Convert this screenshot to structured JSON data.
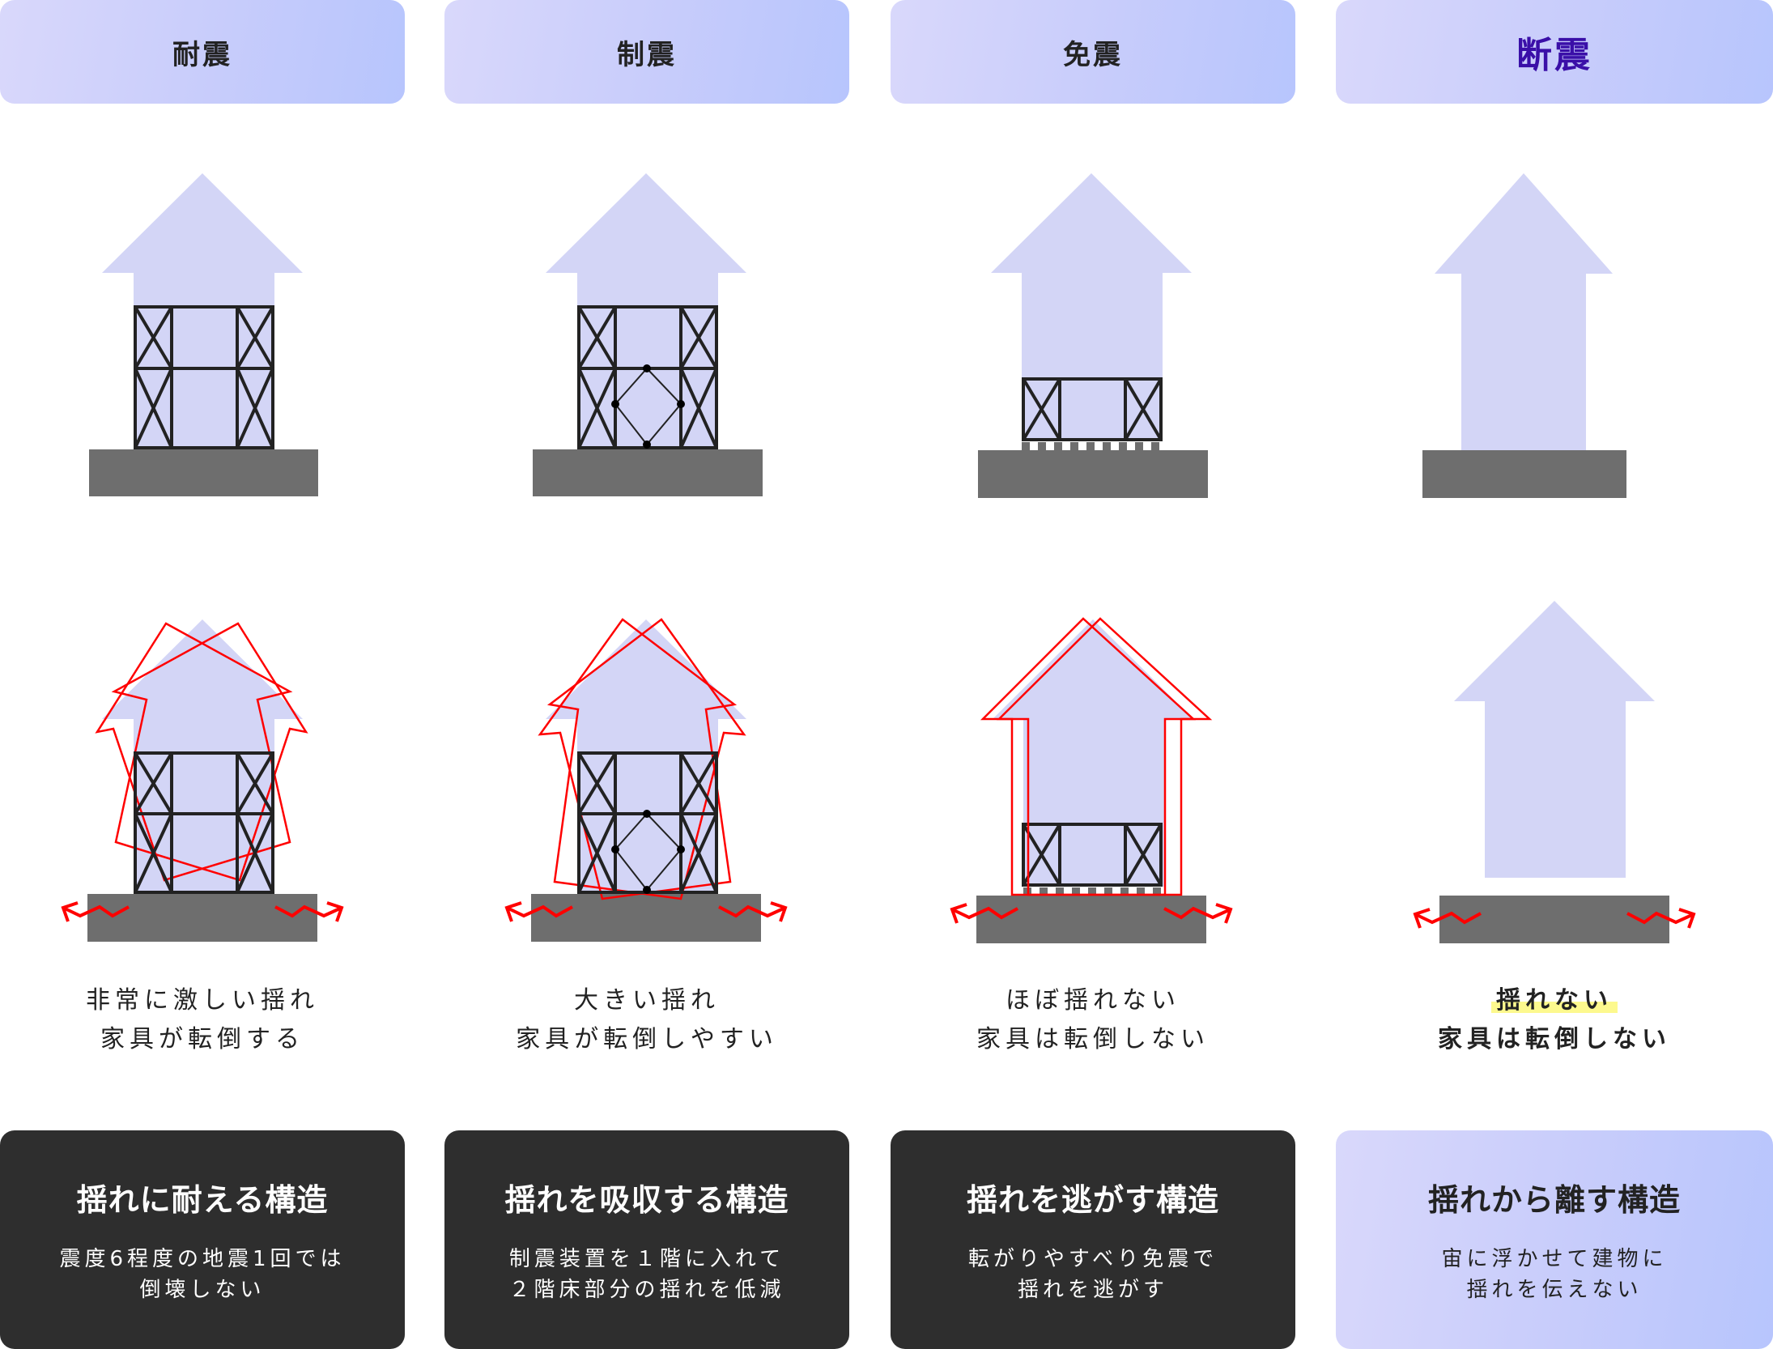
{
  "colors": {
    "header_gradient_start": "#d9d8fb",
    "header_gradient_end": "#b7c5fd",
    "house_fill": "#d3d5f6",
    "frame_stroke": "#222222",
    "ground": "#6e6e6e",
    "sway_outline": "#ff0000",
    "dark_card": "#2e2e2e",
    "accent_title": "#3a0fa8",
    "highlight": "#fdf98e"
  },
  "columns": [
    {
      "title": "耐震",
      "top_diagram": "building with braced 2-storey frame on ground",
      "bottom_diagram": "building swaying strongly, red outlines tilted, ground shaking arrows",
      "caption_lines": [
        "非常に激しい揺れ",
        "家具が転倒する"
      ],
      "card_title": "揺れに耐える構造",
      "card_desc_lines": [
        "震度6程度の地震1回では",
        "倒壊しない"
      ]
    },
    {
      "title": "制震",
      "top_diagram": "braced frame with damper device (diamond) on first floor",
      "bottom_diagram": "building swaying, red outlines tilted, ground shaking arrows",
      "caption_lines": [
        "大きい揺れ",
        "家具が転倒しやすい"
      ],
      "card_title": "揺れを吸収する構造",
      "card_desc_lines": [
        "制震装置を１階に入れて",
        "２階床部分の揺れを低減"
      ]
    },
    {
      "title": "免震",
      "top_diagram": "building on seismic isolation bearings",
      "bottom_diagram": "building shifts slightly sideways, ground shaking arrows",
      "caption_lines": [
        "ほぼ揺れない",
        "家具は転倒しない"
      ],
      "card_title": "揺れを逃がす構造",
      "card_desc_lines": [
        "転がりやすべり免震で",
        "揺れを逃がす"
      ]
    },
    {
      "title": "断震",
      "top_diagram": "building resting on ground",
      "bottom_diagram": "building floating above ground, ground shaking arrows",
      "caption_lines": [
        "揺れない",
        "家具は転倒しない"
      ],
      "caption_highlight": "揺れない",
      "card_title": "揺れから離す構造",
      "card_desc_lines": [
        "宙に浮かせて建物に",
        "揺れを伝えない"
      ]
    }
  ]
}
